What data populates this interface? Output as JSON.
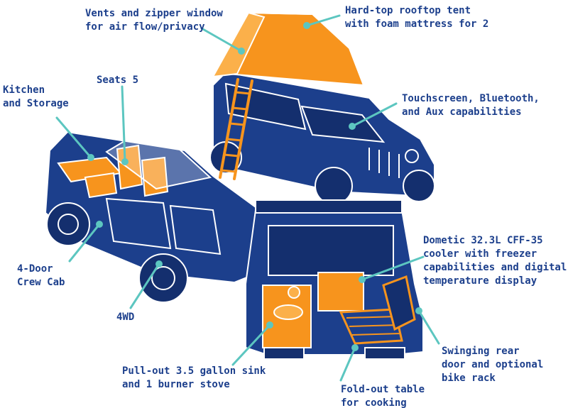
{
  "colors": {
    "navy": "#1c3f8c",
    "navy_dark": "#142f6e",
    "orange": "#f7941d",
    "orange_light": "#fbb04a",
    "teal": "#5cc6c0",
    "outline": "#ffffff"
  },
  "labels": {
    "vents": "Vents and zipper window\nfor air flow/privacy",
    "tent": "Hard-top rooftop tent\nwith foam mattress for 2",
    "kitchen": "Kitchen\nand Storage",
    "seats": "Seats 5",
    "touchscreen": "Touchscreen, Bluetooth,\nand Aux capabilities",
    "dometic": "Dometic 32.3L CFF-35\ncooler with freezer\ncapabilities and digital\ntemperature display",
    "crew_cab": "4-Door\nCrew Cab",
    "fourwd": "4WD",
    "swinging": "Swinging rear\ndoor and optional\nbike rack",
    "sink": "Pull-out 3.5 gallon sink\nand 1 burner stove",
    "table": "Fold-out table\nfor cooking"
  }
}
